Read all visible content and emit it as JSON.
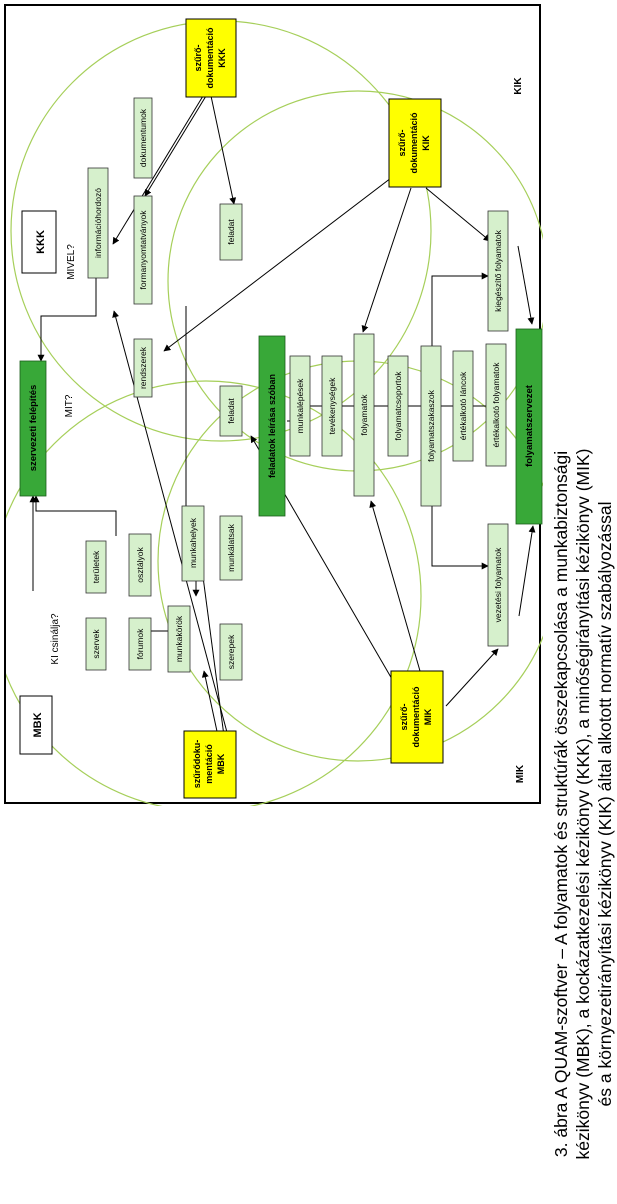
{
  "caption": {
    "line1": "3. ábra A QUAM-szoftver – A folyamatok és struktúrák összekapcsolása a munkabiztonsági",
    "line2": "kézikönyv (MBK), a kockázatkezelési kézikönyv (KKK), a minőségirányítási kézikönyv (MIK)",
    "line3": "és a környezetirányítási kézikönyv (KIK) által alkotott normatív szabályozással"
  },
  "circles": {
    "mbk": "MBK",
    "kkk": "KKK",
    "kik": "KIK",
    "mik": "MIK"
  },
  "questions": {
    "ki": "KI csinálja?",
    "mit": "MIT?",
    "mivel": "MIVEL?"
  },
  "boxes": {
    "szervezeti_felepites": "szervezeti felépítés",
    "informaciohordozo": "információhordozó",
    "dokumentumok": "dokumentumok",
    "formanyomtatvanyok": "formanyomtatványok",
    "rendszerek": "rendszerek",
    "feladat_kkk": "feladat",
    "feladat_mit": "feladat",
    "teruletek": "területek",
    "osztalyok": "osztályok",
    "szervek": "szervek",
    "forumok": "fórumok",
    "munkakorok": "munkakörök",
    "munkahelyek": "munkahelyek",
    "munkaltasak": "munkálatsak",
    "szerepek": "szerepek",
    "feladatok_leirasa": "feladatok leírása szóban",
    "munkalepesek": "munkalépések",
    "tevekenysegek": "tevékenységek",
    "folyamatok": "folyamatok",
    "folyamatcsoportok": "folyamatcsoportok",
    "folyamatszakaszok": "folyamatszakaszok",
    "ertekalkoto_lancok": "értékalkotó láncok",
    "ertekalkoto_folyamatok": "értékalkotó folyamatok",
    "folyamatszervezet": "folyamatszervezet",
    "kiegeszito_folyamatok": "kiegészítő folyamatok",
    "vezetesi_folyamatok": "vezetési folyamatok"
  },
  "yellow": {
    "kkk": [
      "szűrő-",
      "dokumentáció",
      "KKK"
    ],
    "kik": [
      "szűrő-",
      "dokumentáció",
      "KIK"
    ],
    "mik": [
      "szűrő-",
      "dokumentáció",
      "MIK"
    ],
    "mbk": [
      "szűrődoku-",
      "mentáció",
      "MBK"
    ]
  },
  "colors": {
    "light_green": "#d6f0cc",
    "dark_green": "#38a838",
    "yellow": "#ffff00",
    "circle": "#a6cf5a"
  }
}
